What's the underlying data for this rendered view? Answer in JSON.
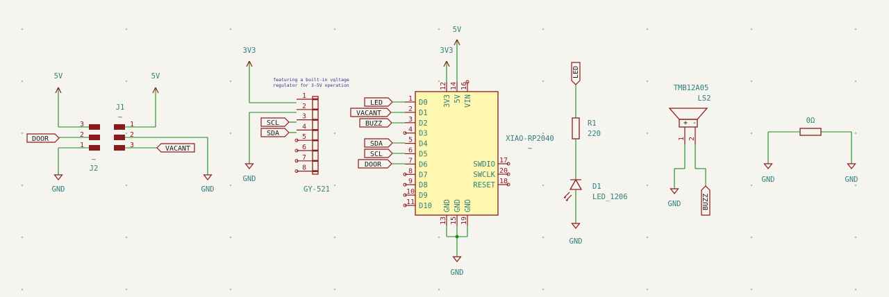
{
  "power": {
    "v5": "5V",
    "v3v3": "3V3",
    "gnd": "GND"
  },
  "labels": {
    "door": "DOOR",
    "vacant": "VACANT",
    "led": "LED",
    "buzz": "BUZZ",
    "scl": "SCL",
    "sda": "SDA"
  },
  "connectors": {
    "j1_ref": "J1",
    "j2_ref": "J2",
    "value": "~",
    "pins": [
      "1",
      "2",
      "3"
    ]
  },
  "imu": {
    "ref": "GY-521",
    "note_line1": "featuring a built-in voltage",
    "note_line2": "regulator for 3-5V operation",
    "pins": [
      "1",
      "2",
      "3",
      "4",
      "5",
      "6",
      "7",
      "8"
    ]
  },
  "mcu": {
    "ref": "XIAO-RP2040",
    "value": "~",
    "left_pins": [
      {
        "num": "1",
        "name": "D0"
      },
      {
        "num": "2",
        "name": "D1"
      },
      {
        "num": "3",
        "name": "D2"
      },
      {
        "num": "4",
        "name": "D3"
      },
      {
        "num": "5",
        "name": "D4"
      },
      {
        "num": "6",
        "name": "D5"
      },
      {
        "num": "7",
        "name": "D6"
      },
      {
        "num": "8",
        "name": "D7"
      },
      {
        "num": "9",
        "name": "D8"
      },
      {
        "num": "10",
        "name": "D9"
      },
      {
        "num": "11",
        "name": "D10"
      }
    ],
    "top_pins": [
      {
        "num": "12",
        "name": "3V3"
      },
      {
        "num": "14",
        "name": "5V"
      },
      {
        "num": "16",
        "name": "VIN"
      }
    ],
    "right_pins": [
      {
        "num": "17",
        "name": "SWDIO"
      },
      {
        "num": "20",
        "name": "SWCLK"
      },
      {
        "num": "18",
        "name": "RESET"
      }
    ],
    "bottom_pins": [
      {
        "num": "13",
        "name": "GND"
      },
      {
        "num": "15",
        "name": "GND"
      },
      {
        "num": "19",
        "name": "GND"
      }
    ]
  },
  "resistor": {
    "ref": "R1",
    "value": "220"
  },
  "diode": {
    "ref": "D1",
    "value": "LED_1206"
  },
  "speaker": {
    "value": "TMB12A05",
    "ref": "LS2",
    "plus": "+",
    "minus": "-",
    "pin1": "1",
    "pin2": "2"
  },
  "jumper": {
    "value": "0Ω"
  }
}
